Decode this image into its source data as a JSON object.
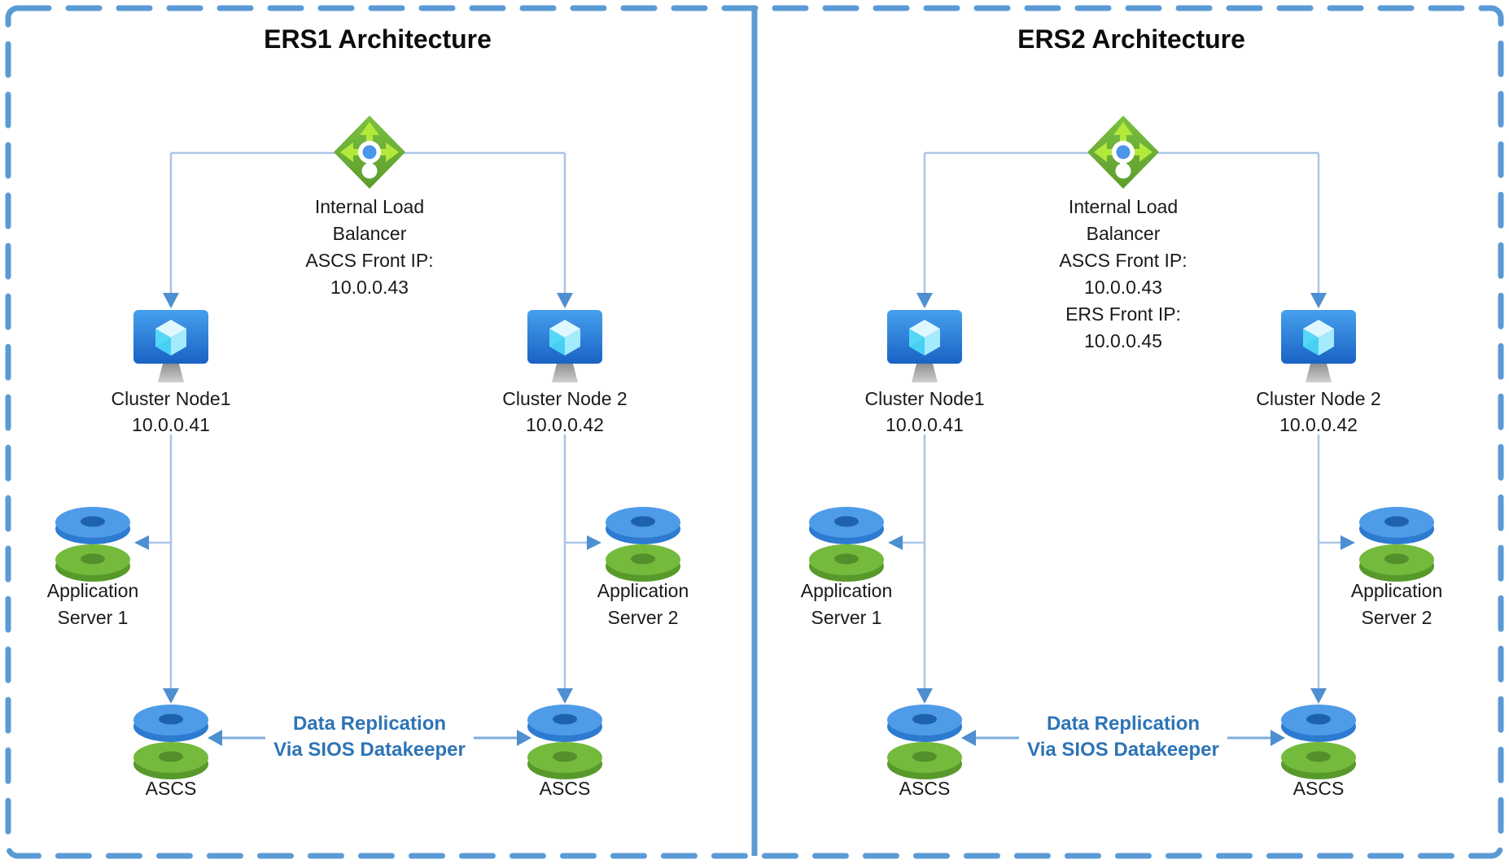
{
  "diagram": {
    "kind": "azure-sap-ha-architecture-comparison",
    "colors": {
      "border_dashed": "#5B9BD5",
      "connector_line": "#A9C6E6",
      "arrow_head": "#4E8FD0",
      "replication_text": "#2E74B5",
      "lb_green": "#6CAF35",
      "lb_arrow_green": "#B2EA3B",
      "vm_blue": "#2F7FD8",
      "disk_blue": "#4E9BE8",
      "disk_green": "#74BA3C",
      "title_text": "#0d0d0d"
    }
  },
  "panels": [
    {
      "title": "ERS1 Architecture",
      "load_balancer": {
        "icon": "azure-load-balancer",
        "lines": [
          "Internal Load",
          "Balancer",
          "ASCS Front IP:",
          "10.0.0.43"
        ]
      },
      "nodes": [
        {
          "label": "Cluster Node1",
          "ip": "10.0.0.41"
        },
        {
          "label": "Cluster Node 2",
          "ip": "10.0.0.42"
        }
      ],
      "app_servers": [
        {
          "line1": "Application",
          "line2": "Server 1"
        },
        {
          "line1": "Application",
          "line2": "Server 2"
        }
      ],
      "ascs": [
        {
          "label": "ASCS"
        },
        {
          "label": "ASCS"
        }
      ],
      "replication": {
        "line1": "Data Replication",
        "line2": "Via SIOS Datakeeper"
      }
    },
    {
      "title": "ERS2 Architecture",
      "load_balancer": {
        "icon": "azure-load-balancer",
        "lines": [
          "Internal Load",
          "Balancer",
          "ASCS Front IP:",
          "10.0.0.43",
          "ERS Front IP:",
          "10.0.0.45"
        ]
      },
      "nodes": [
        {
          "label": "Cluster Node1",
          "ip": "10.0.0.41"
        },
        {
          "label": "Cluster Node 2",
          "ip": "10.0.0.42"
        }
      ],
      "app_servers": [
        {
          "line1": "Application",
          "line2": "Server 1"
        },
        {
          "line1": "Application",
          "line2": "Server 2"
        }
      ],
      "ascs": [
        {
          "label": "ASCS"
        },
        {
          "label": "ASCS"
        }
      ],
      "replication": {
        "line1": "Data Replication",
        "line2": "Via SIOS Datakeeper"
      }
    }
  ]
}
